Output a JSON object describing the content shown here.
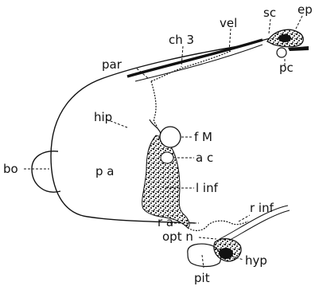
{
  "figure": {
    "labels": {
      "ep": "ep",
      "sc": "sc",
      "vel": "vel",
      "pc": "pc",
      "ch3": "ch 3",
      "par": "par",
      "hip": "hip",
      "fM": "f M",
      "ac": "a c",
      "bo": "bo",
      "pa": "p a",
      "linf": "l inf",
      "rinf": "r inf",
      "ra": "r a",
      "optn": "opt n",
      "hyp": "hyp",
      "pit": "pit"
    }
  },
  "colors": {
    "ink": "#111111",
    "paper": "#ffffff"
  }
}
